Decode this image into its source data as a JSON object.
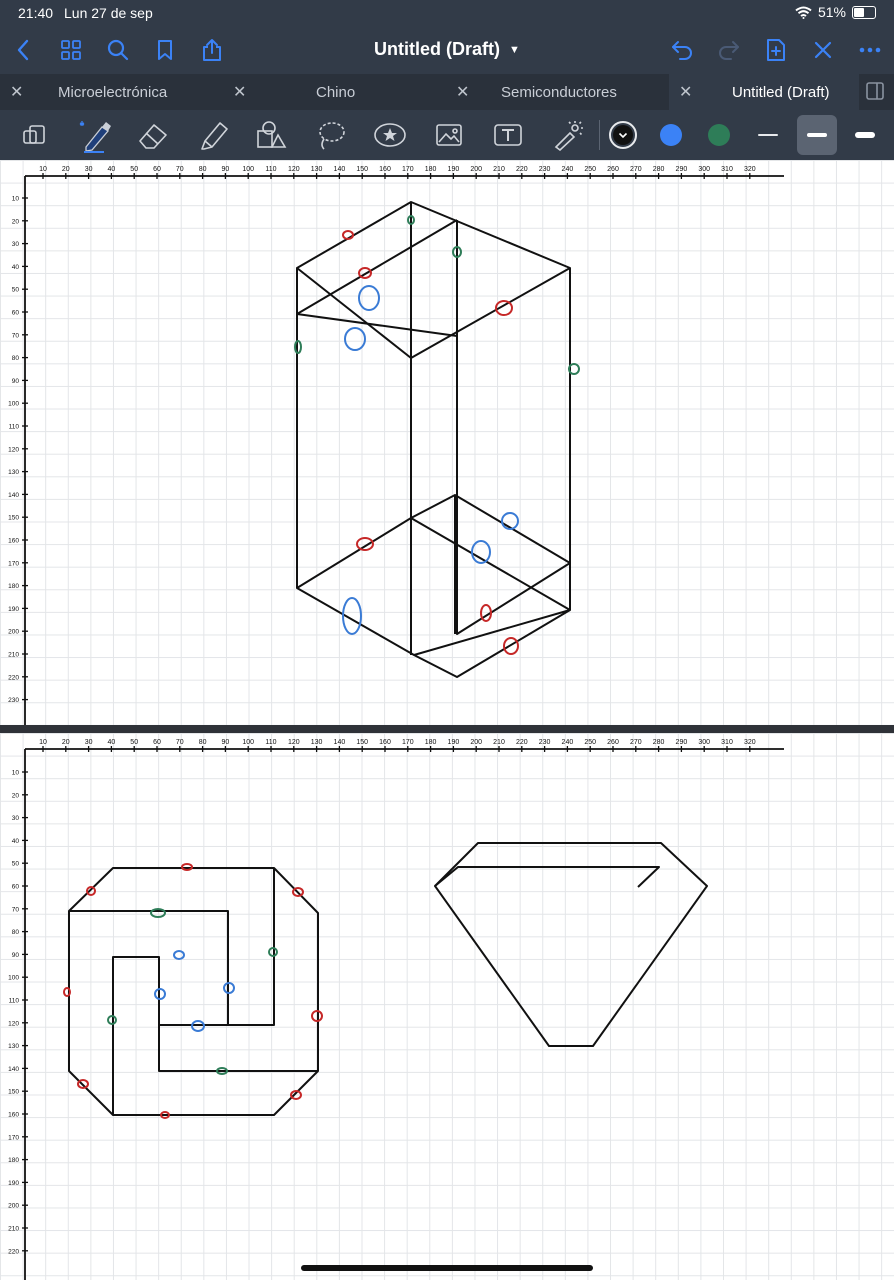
{
  "status": {
    "time": "21:40",
    "date": "Lun 27 de sep",
    "battery": "51%",
    "battery_level": 0.51
  },
  "nav": {
    "title": "Untitled (Draft)"
  },
  "tabs": [
    {
      "label": "Microelectrónica",
      "active": false
    },
    {
      "label": "Chino",
      "active": false
    },
    {
      "label": "Semiconductores",
      "active": false
    },
    {
      "label": "Untitled (Draft)",
      "active": true
    }
  ],
  "colors": {
    "bar": "#323b48",
    "accent": "#3b82f6",
    "ink_black": "#111111",
    "ink_blue": "#3a7bd5",
    "ink_green": "#2e7d58",
    "ink_red": "#c62828"
  },
  "ruler_top": {
    "labels": [
      "10",
      "20",
      "30",
      "40",
      "50",
      "60",
      "70",
      "80",
      "90",
      "100",
      "110",
      "120",
      "130",
      "140",
      "150",
      "160",
      "170",
      "180",
      "190",
      "200",
      "210",
      "220",
      "230",
      "240",
      "250",
      "260",
      "270",
      "280",
      "290",
      "300",
      "310",
      "320"
    ]
  },
  "ruler_left_1": {
    "labels": [
      "10",
      "20",
      "30",
      "40",
      "50",
      "60",
      "70",
      "80",
      "90",
      "100",
      "110",
      "120",
      "130",
      "140",
      "150",
      "160",
      "170",
      "180",
      "190",
      "200",
      "210",
      "220",
      "230"
    ]
  },
  "ruler_left_2": {
    "labels": [
      "10",
      "20",
      "30",
      "40",
      "50",
      "60",
      "70",
      "80",
      "90",
      "100",
      "110",
      "120",
      "130",
      "140",
      "150",
      "160",
      "170",
      "180",
      "190",
      "200",
      "210",
      "220"
    ]
  }
}
